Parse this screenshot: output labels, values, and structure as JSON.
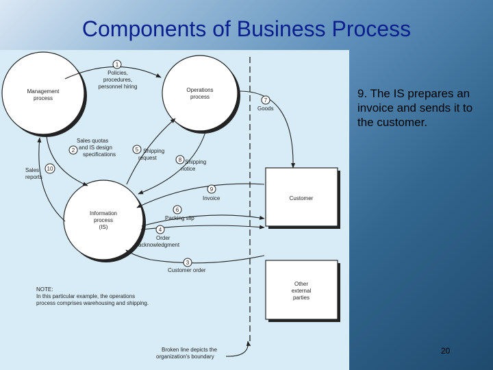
{
  "slide": {
    "title": "Components of Business Process",
    "caption": "9. The IS prepares an invoice and sends it to the customer.",
    "page_number": "20"
  },
  "diagram": {
    "nodes": {
      "management": [
        "Management",
        "process"
      ],
      "operations": [
        "Operations",
        "process"
      ],
      "information": [
        "Information",
        "process",
        "(IS)"
      ],
      "customer": [
        "Customer"
      ],
      "external": [
        "Other",
        "external",
        "parties"
      ]
    },
    "flows": {
      "f1": {
        "num": "1",
        "lines": [
          "Policies,",
          "procedures,",
          "personnel hiring"
        ]
      },
      "f2": {
        "num": "2",
        "lines": [
          "Sales quotas",
          "and IS design",
          "specifications"
        ]
      },
      "f3": {
        "num": "3",
        "lines": [
          "Customer order"
        ]
      },
      "f4": {
        "num": "4",
        "lines": [
          "Order",
          "acknowledgment"
        ]
      },
      "f5": {
        "num": "5",
        "lines": [
          "Shipping",
          "request"
        ]
      },
      "f6": {
        "num": "6",
        "lines": [
          "Packing slip"
        ]
      },
      "f7": {
        "num": "7",
        "lines": [
          "Goods"
        ]
      },
      "f8": {
        "num": "8",
        "lines": [
          "Shipping",
          "notice"
        ]
      },
      "f9": {
        "num": "9",
        "lines": [
          "Invoice"
        ]
      },
      "f10": {
        "num": "10",
        "lines": [
          "Sales",
          "reports"
        ]
      }
    },
    "note": [
      "NOTE:",
      "In this particular example, the operations",
      "process comprises warehousing and shipping."
    ],
    "boundary_label": [
      "Broken line depicts the",
      "organization's boundary"
    ]
  }
}
